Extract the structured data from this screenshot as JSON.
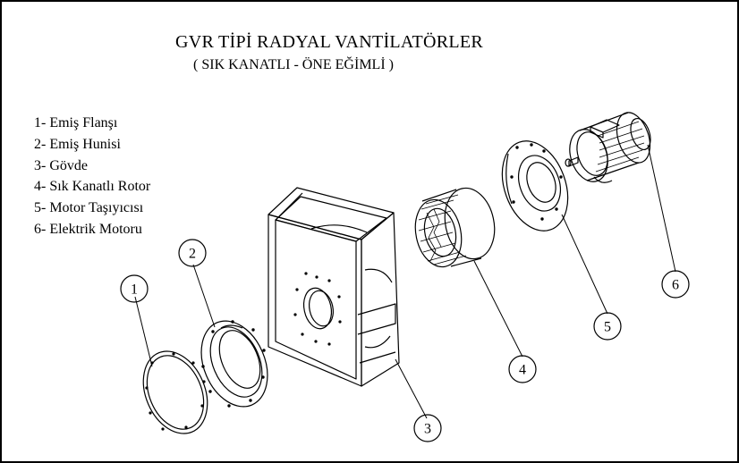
{
  "title": "GVR TİPİ RADYAL VANTİLATÖRLER",
  "subtitle": "( SIK KANATLI - ÖNE EĞİMLİ )",
  "legend": [
    "1- Emiş Flanşı",
    "2- Emiş Hunisi",
    "3- Gövde",
    "4- Sık Kanatlı Rotor",
    "5- Motor Taşıyıcısı",
    "6- Elektrik Motoru"
  ],
  "callouts": [
    "1",
    "2",
    "3",
    "4",
    "5",
    "6"
  ]
}
